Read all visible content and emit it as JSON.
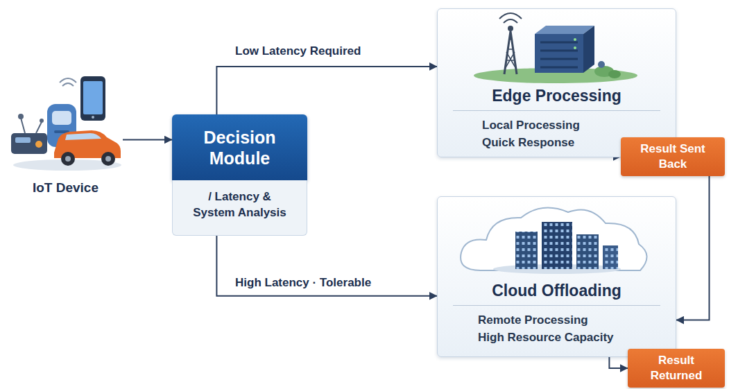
{
  "diagram": {
    "nodes": [
      {
        "text": [
          "IoT Device"
        ]
      },
      {
        "text": [
          "Decision Module",
          "/ Latency & System Analysis"
        ]
      },
      {
        "text": [
          "Edge Processing",
          "Local Processing Quick Response"
        ]
      },
      {
        "text": [
          "Result Sent Back"
        ]
      },
      {
        "text": [
          "Cloud Offloading",
          "Remote Processing High Resource Capacity"
        ]
      },
      {
        "text": [
          "Result Returned"
        ]
      }
    ],
    "edges": [
      {
        "from": 0,
        "to": 1,
        "arrow": "to"
      },
      {
        "from": 1,
        "to": 2,
        "label": "Low Latency Required",
        "arrow": "to"
      },
      {
        "from": 1,
        "to": 4,
        "label": "High Latency · Tolerable",
        "arrow": "to"
      },
      {
        "from": 2,
        "to": 3,
        "arrow": "to"
      },
      {
        "from": 3,
        "to": 4,
        "arrow": "to"
      },
      {
        "from": 4,
        "to": 5,
        "arrow": "to"
      }
    ]
  }
}
